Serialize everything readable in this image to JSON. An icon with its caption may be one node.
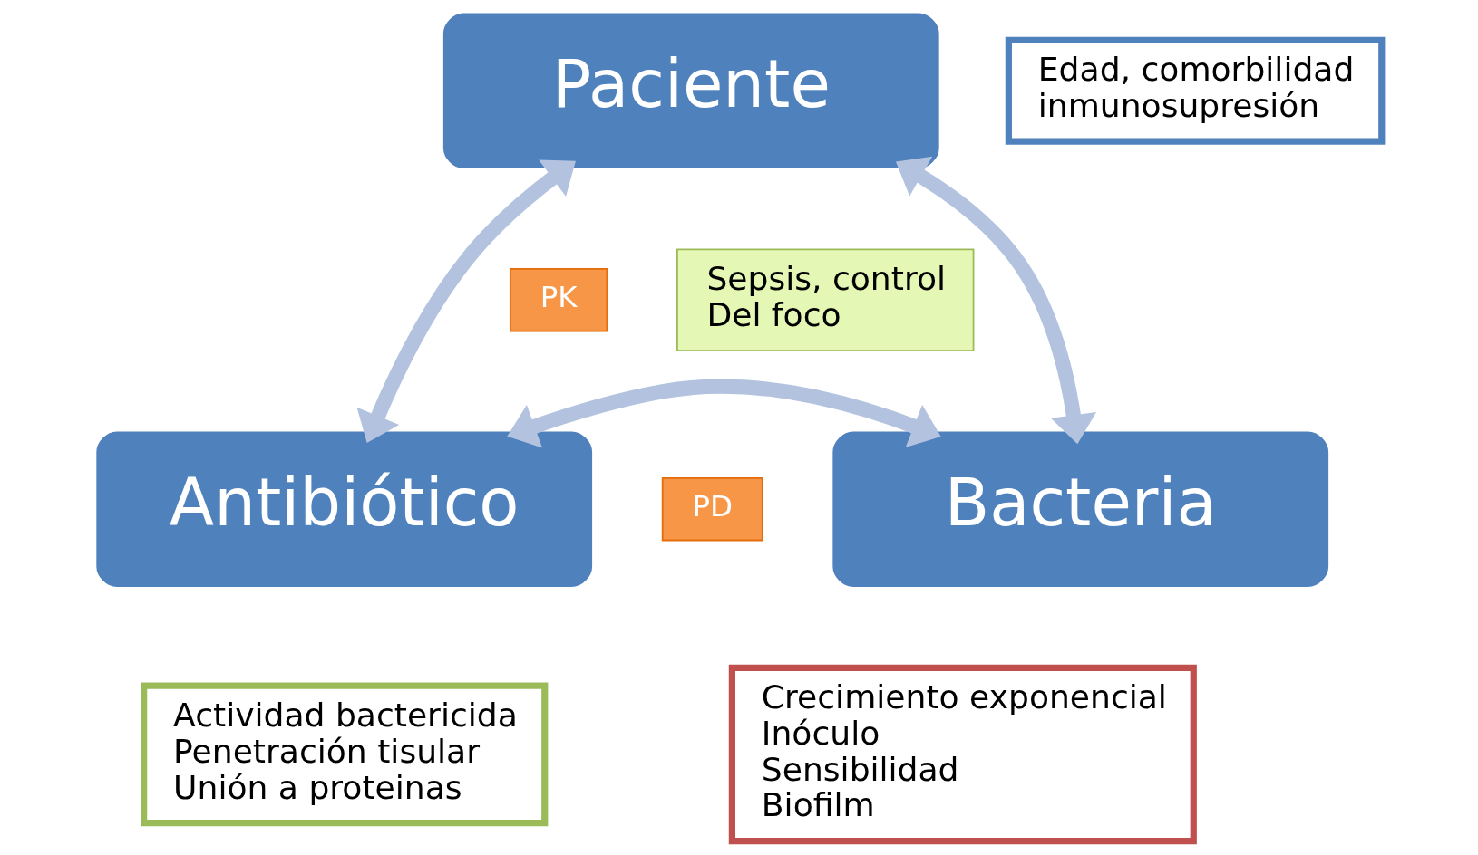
{
  "diagram": {
    "nodes": [
      {
        "text": [
          "Paciente"
        ]
      },
      {
        "text": [
          "Edad, comorbilidad",
          "inmunosupresión"
        ]
      },
      {
        "text": [
          "PK"
        ]
      },
      {
        "text": [
          "Sepsis, control",
          "Del foco"
        ]
      },
      {
        "text": [
          "Antibiótico"
        ]
      },
      {
        "text": [
          "Bacteria"
        ]
      },
      {
        "text": [
          "PD"
        ]
      },
      {
        "text": [
          "Actividad bactericida",
          "Penetración tisular",
          "Unión a proteinas"
        ]
      },
      {
        "text": [
          "Crecimiento exponencial",
          "Inóculo",
          "Sensibilidad",
          "Biofilm"
        ]
      }
    ],
    "edges": [
      {
        "from": 4,
        "to": 0,
        "arrow": "both"
      },
      {
        "from": 0,
        "to": 5,
        "arrow": "both"
      },
      {
        "from": 4,
        "to": 5,
        "arrow": "both"
      }
    ]
  }
}
